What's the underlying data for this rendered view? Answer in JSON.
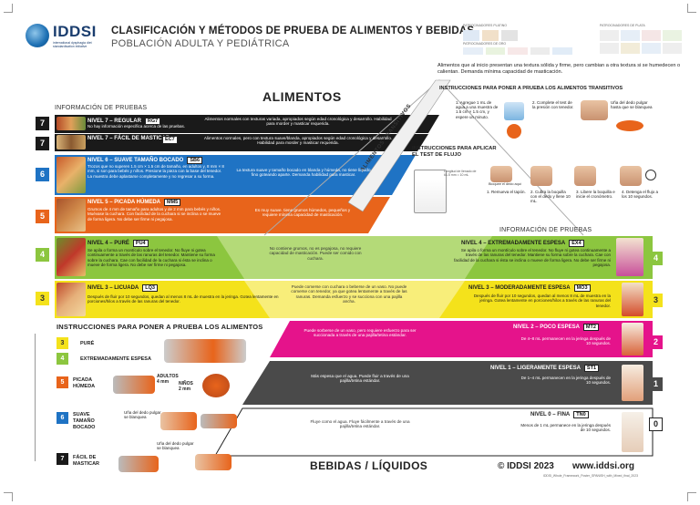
{
  "header": {
    "logo": "IDDSI",
    "logo_sub": "international dysphagia diet standardisation initiative",
    "title": "CLASIFICACIÓN Y MÉTODOS DE PRUEBA DE ALIMENTOS Y BEBIDAS",
    "subtitle": "POBLACIÓN ADULTA Y PEDIÁTRICA",
    "sponsors_platinum": "PATROCINADORES PLATINO",
    "sponsors_silver": "PATROCINADORES DE PLATA",
    "sponsors_gold": "PATROCINADORES DE ORO"
  },
  "transitional": {
    "note": "Alimentos que al inicio presentan una textura sólida y firme, pero cambian a otra textura si se humedecen o calientan. Demanda mínima capacidad de masticación.",
    "diagonal": "ALIMENTOS TRANSITIVOS",
    "test_title": "INSTRUCCIONES PARA PONER A PRUEBA LOS ALIMENTOS TRANSITIVOS",
    "steps": [
      "1. Agregue 1 mL de agua a una muestra de 1.5 cm × 1.5 cm, y espere un minuto.",
      "2. Complete el test de la presión con tenedor.",
      "Uña del dedo pulgar hasta que se blanquea"
    ]
  },
  "flow": {
    "title": "INSTRUCCIONES PARA APLICAR EL TEST DE FLUJO",
    "syringe_label": "Longitud de llenado de 61.5 mm = 10 mL",
    "bloquee": "Bloquee el dedo aquí",
    "steps": [
      "1. Remueva el tapón.",
      "2. Cubra la boquilla con el dedo y llene 10 mL.",
      "3. Libere la boquilla e inicie el cronómetro.",
      "4. Detenga el flujo a los 10 segundos."
    ]
  },
  "foods": {
    "heading": "ALIMENTOS",
    "info_heading": "INFORMACIÓN DE PRUEBAS",
    "levels": [
      {
        "num": "7",
        "name": "NIVEL 7 – REGULAR",
        "code": "RG7",
        "desc": "No hay información específica acerca de las pruebas.",
        "center": "Alimentos normales con texturas variada, apropiados según edad cronológica y desarrollo. Habilidad para morder y masticar requerida."
      },
      {
        "num": "7",
        "name": "NIVEL 7 – FÁCIL DE MASTICAR",
        "code": "EC7",
        "desc": "",
        "center": "Alimentos normales, pero con textura suave/blanda, apropiados según edad cronológica y desarrollo. Habilidad para morder y masticar requerida."
      },
      {
        "num": "6",
        "name": "NIVEL 6 – SUAVE TAMAÑO BOCADO",
        "code": "SB6",
        "desc": "Trozos que no superen 1.5 cm × 1.5 cm de tamaño, en adultos y, 8 mm × 8 mm, si son para bebés y niños. Presione la pieza con la base del tenedor. La muestra debe aplastarse completamente y no regresar a su forma.",
        "center": "La textura suave y tamaño bocado en blanda y húmeda, no tiene líquido fino goteando aparte. Demanda habilidad para masticar."
      },
      {
        "num": "5",
        "name": "NIVEL 5 – PICADA HÚMEDA",
        "code": "MM5",
        "desc": "Grumos de 4 mm de tamaño para adultos y de 2 mm para bebés y niños. Muévase la cuchara. Con facilidad de la cuchara si se inclina o se mueve de forma ligera. No debe ser firme ni pegajosa.",
        "center": "Es muy suave. tiene grumos húmedos, pequeños y requiere mínima capacidad de masticación."
      },
      {
        "num": "4",
        "name": "NIVEL 4 – PURÉ",
        "code": "PU4",
        "desc": "Se apila o forma un montículo sobre el tenedor. No fluye ni gotea continuamente a través de las ranuras del tenedor. Mantiene su forma sobre la cuchara. Cae con facilidad de la cuchara si ésta se inclina o mueve de forma ligera. No debe ser firme ni pegajosa.",
        "center": "No contiene grumos, no es pegajosa, no requiere capacidad de masticación. Puede ser comido con cuchara."
      },
      {
        "num": "3",
        "name": "NIVEL 3 – LICUADA",
        "code": "LQ3",
        "desc": "Después de fluir por 10 segundos, quedan al menos 8 mL de muestra en la jeringa. Gotea lentamente en porciones/hilos a través de las ranuras del tenedor.",
        "center": "Puede comerse con cuchara o beberse de un vaso. No puede comerse con tenedor, ya que gotea lentamente a través de las ranuras. Demanda esfuerzo y se succiona con una pajilla ancha."
      }
    ]
  },
  "drinks": {
    "heading": "BEBIDAS / LÍQUIDOS",
    "info_heading": "INFORMACIÓN DE PRUEBAS",
    "levels": [
      {
        "num": "4",
        "name": "NIVEL 4 – EXTREMADAMENTE ESPESA",
        "code": "EX4",
        "desc": "Se apila o forma un montículo sobre el tenedor. No fluye ni gotea continuamente a través de las ranuras del tenedor. Mantiene su forma sobre la cuchara. Cae con facilidad de la cuchara si ésta se inclina o mueve de forma ligera. No debe ser firme ni pegajosa."
      },
      {
        "num": "3",
        "name": "NIVEL 3 – MODERADAMENTE ESPESA",
        "code": "MO3",
        "desc": "Después de fluir por 10 segundos, quedan al menos 8 mL de muestra en la jeringa. Gotea lentamente en porciones/hilos a través de las ranuras del tenedor."
      },
      {
        "num": "2",
        "name": "NIVEL 2 – POCO ESPESA",
        "code": "MT2",
        "desc": "De 4–8 mL permanecen en la jeringa después de 10 segundos.",
        "center": "Puede sorberse de un vaso, pero requiere esfuerzo para ser succionada a través de una pajilla/tetina estándar."
      },
      {
        "num": "1",
        "name": "NIVEL 1 – LIGERAMENTE ESPESA",
        "code": "ST1",
        "desc": "De 1–4 mL permanecen en la jeringa después de 10 segundos.",
        "center": "Más espesa que el agua. Puede fluir a través de una pajilla/tetina estándar."
      },
      {
        "num": "0",
        "name": "NIVEL 0 – FINA",
        "code": "TN0",
        "desc": "Menos de 1 mL permanece en la jeringa después de 10 segundos.",
        "center": "Fluye como el agua. Fluye fácilmente a través de una pajilla/tetina estándar."
      }
    ]
  },
  "food_tests": {
    "title": "INSTRUCCIONES PARA PONER A PRUEBA LOS ALIMENTOS",
    "items": [
      {
        "num": "3",
        "label": "PURÉ"
      },
      {
        "num": "4",
        "label": "EXTREMADAMENTE ESPESA"
      },
      {
        "num": "5",
        "label": "PICADA HÚMEDA"
      },
      {
        "num": "6",
        "label": "SUAVE TAMAÑO BOCADO"
      },
      {
        "num": "7",
        "label": "FÁCIL DE MASTICAR"
      }
    ],
    "adultos": "ADULTOS\n4 mm",
    "ninos": "NIÑOS\n2 mm",
    "thumb": "Uña del dedo pulgar se blanquea"
  },
  "footer": {
    "copyright": "© IDDSI 2023",
    "website": "www.iddsi.org",
    "file": "IDDSI_Whole_Framework_Poster_SPANISH_with_Mixed_final_2023"
  },
  "colors": {
    "black": "#1a1a1a",
    "blue": "#1f73c4",
    "orange": "#e8641b",
    "green": "#8cc63f",
    "yellow": "#f4e21b",
    "pink": "#e5138b",
    "gray": "#4a4a4a",
    "white": "#ffffff"
  }
}
